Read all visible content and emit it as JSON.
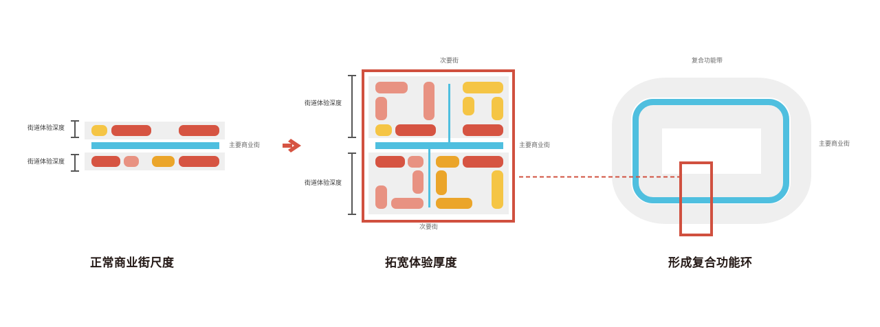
{
  "colors": {
    "red": "#d65442",
    "salmon": "#e89282",
    "yellow": "#f5c545",
    "orange": "#eba52a",
    "blue": "#4fbfdf",
    "gray_zone": "#efefef",
    "frame_red": "#d0503f",
    "marker": "#555555",
    "label_text": "#6b6b6b",
    "title_text": "#231815"
  },
  "panel1": {
    "title": "正常商业街尺度",
    "depth_label_top": "街道体验深度",
    "depth_label_bottom": "街道体验深度",
    "street_label": "主要商业街",
    "top_row": [
      "yellow",
      "red",
      "red"
    ],
    "bottom_row": [
      "red",
      "salmon",
      "orange",
      "red"
    ]
  },
  "arrow": {
    "icon": "arrow-right-icon"
  },
  "panel2": {
    "title": "拓宽体验厚度",
    "secondary_street_top": "次要街",
    "secondary_street_bottom": "次要街",
    "depth_label_top": "街道体验深度",
    "depth_label_bottom": "街道体验深度",
    "street_label": "主要商业街"
  },
  "panel3": {
    "title": "形成复合功能环",
    "band_label": "复合功能带",
    "street_label": "主要商业街"
  }
}
